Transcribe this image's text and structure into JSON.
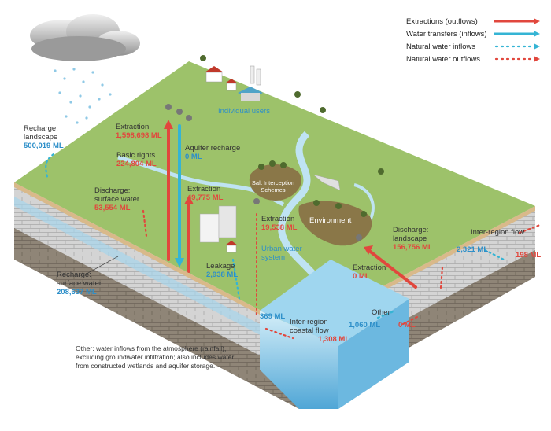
{
  "legend": {
    "extractions": "Extractions (outflows)",
    "transfers": "Water transfers (inflows)",
    "natural_inflows": "Natural water inflows",
    "natural_outflows": "Natural water outflows"
  },
  "places": {
    "individual_users": "Individual users",
    "salt_interception": "Salt Interception Schemes",
    "environment": "Environment",
    "urban_system": "Urban water system"
  },
  "flows": {
    "recharge_landscape": {
      "label": "Recharge: landscape",
      "value": "500,019 ML"
    },
    "extraction_main": {
      "label": "Extraction",
      "value": "1,598,698 ML"
    },
    "basic_rights": {
      "label": "Basic rights",
      "value": "224,804 ML"
    },
    "aquifer_recharge": {
      "label": "Aquifer recharge",
      "value": "0 ML"
    },
    "discharge_surface": {
      "label": "Discharge: surface water",
      "value": "53,554 ML"
    },
    "extraction_urban": {
      "label": "Extraction",
      "value": "49,775 ML"
    },
    "extraction_salt": {
      "label": "Extraction",
      "value": "19,538 ML"
    },
    "recharge_surface": {
      "label": "Recharge: surface water",
      "value": "208,637 ML"
    },
    "leakage": {
      "label": "Leakage",
      "value": "2,938 ML"
    },
    "coastal_in": {
      "value": "369 ML"
    },
    "coastal_flow": {
      "label": "Inter-region coastal flow",
      "value": "1,308 ML"
    },
    "extraction_env": {
      "label": "Extraction",
      "value": "0 ML"
    },
    "discharge_landscape": {
      "label": "Discharge: landscape",
      "value": "156,756 ML"
    },
    "inter_region": {
      "label": "Inter-region flow",
      "in_value": "2,321 ML",
      "out_value": "198 ML"
    },
    "other": {
      "label": "Other",
      "in_value": "1,060 ML",
      "out_value": "0 ML"
    }
  },
  "footnote": "Other: water inflows from the atmosphere (rainfall), excluding groundwater infiltration; also includes water from constructed wetlands and aquifer storage.",
  "colors": {
    "extraction": "#e1473d",
    "transfer": "#35b4d4",
    "land": "#9dc26a",
    "rock": "#cfcfcf",
    "sea": "#7ec6e8"
  }
}
